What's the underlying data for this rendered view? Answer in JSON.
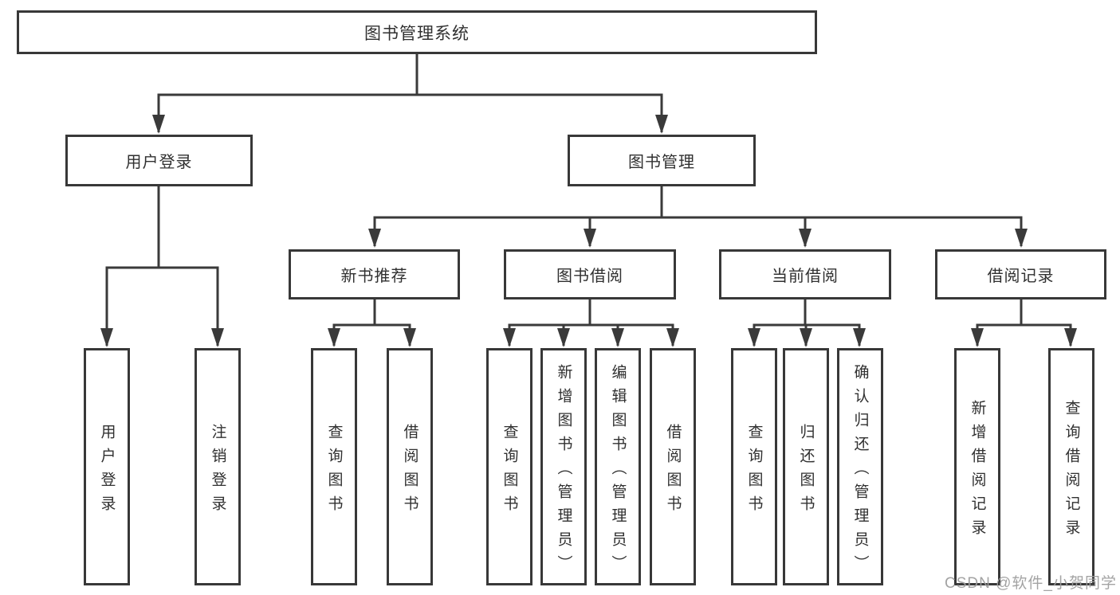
{
  "watermark": "CSDN @软件_小贺同学",
  "colors": {
    "line": "#3a3a3a",
    "box_border": "#383838",
    "text": "#303030",
    "watermark": "#9e9e9e",
    "background": "#ffffff"
  },
  "tree": {
    "root": {
      "label": "图书管理系统"
    },
    "branches": [
      {
        "label": "用户登录",
        "children": [
          {
            "label": "用户登录"
          },
          {
            "label": "注销登录"
          }
        ]
      },
      {
        "label": "图书管理",
        "children": [
          {
            "label": "新书推荐",
            "children": [
              {
                "label": "查询图书"
              },
              {
                "label": "借阅图书"
              }
            ]
          },
          {
            "label": "图书借阅",
            "children": [
              {
                "label": "查询图书"
              },
              {
                "label": "新增图书（管理员）"
              },
              {
                "label": "编辑图书（管理员）"
              },
              {
                "label": "借阅图书"
              }
            ]
          },
          {
            "label": "当前借阅",
            "children": [
              {
                "label": "查询图书"
              },
              {
                "label": "归还图书"
              },
              {
                "label": "确认归还（管理员）"
              }
            ]
          },
          {
            "label": "借阅记录",
            "children": [
              {
                "label": "新增借阅记录"
              },
              {
                "label": "查询借阅记录"
              }
            ]
          }
        ]
      }
    ]
  }
}
